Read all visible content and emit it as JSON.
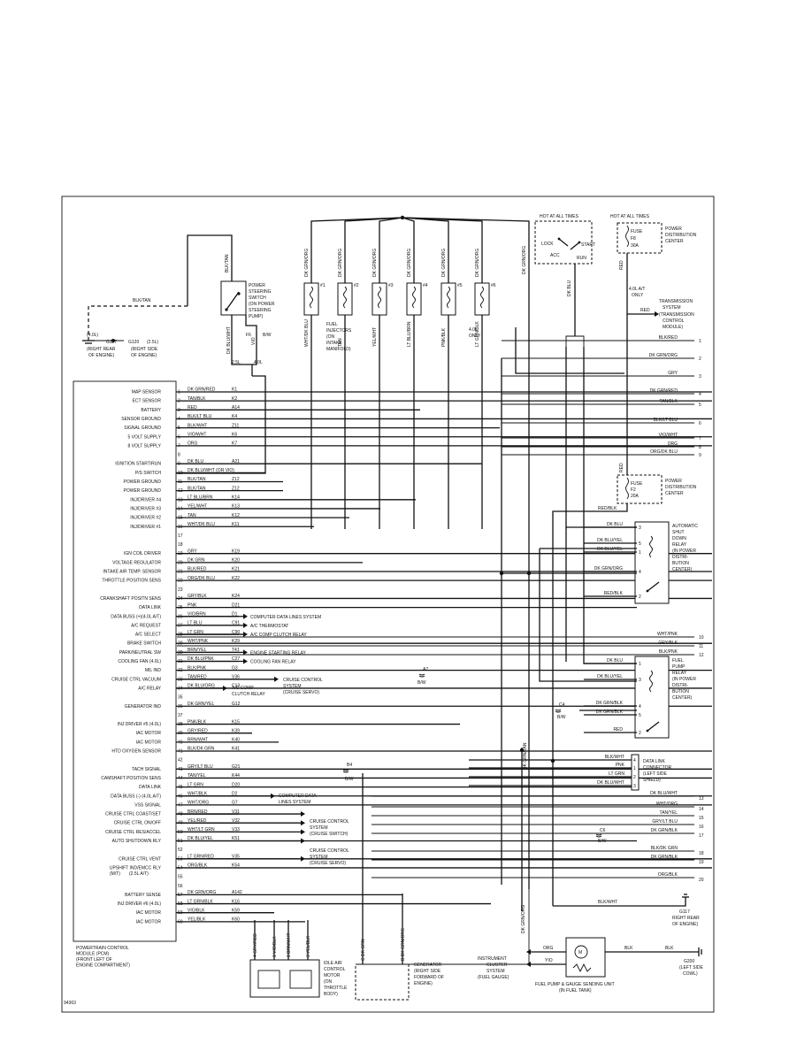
{
  "pcm": {
    "title": [
      "POWERTRAIN CONTROL",
      "MODULE (PCM)",
      "(FRONT LEFT OF",
      "ENGINE COMPARTMENT)"
    ],
    "pins": [
      {
        "pin": "1",
        "func": "MAP SENSOR",
        "wire": "DK GRN/RED",
        "circ": "K1"
      },
      {
        "pin": "2",
        "func": "ECT SENSOR",
        "wire": "TAN/BLK",
        "circ": "K2"
      },
      {
        "pin": "3",
        "func": "BATTERY",
        "wire": "RED",
        "circ": "A14"
      },
      {
        "pin": "4",
        "func": "SENSOR GROUND",
        "wire": "BLK/LT BLU",
        "circ": "K4"
      },
      {
        "pin": "5",
        "func": "SIGNAL GROUND",
        "wire": "BLK/WHT",
        "circ": "Z11"
      },
      {
        "pin": "6",
        "func": "5 VOLT SUPPLY",
        "wire": "VIO/WHT",
        "circ": "K6"
      },
      {
        "pin": "7",
        "func": "8 VOLT SUPPLY",
        "wire": "ORG",
        "circ": "K7"
      },
      {
        "pin": "8",
        "func": "",
        "wire": "",
        "circ": ""
      },
      {
        "pin": "9",
        "func": "IGNITION START/RUN",
        "wire": "DK BLU",
        "circ": "A21"
      },
      {
        "pin": "10",
        "func": "P/S SWITCH",
        "wire": "DK BLU/WHT (OR VIO)",
        "circ": ""
      },
      {
        "pin": "11",
        "func": "POWER GROUND",
        "wire": "BLK/TAN",
        "circ": "Z12"
      },
      {
        "pin": "12",
        "func": "POWER GROUND",
        "wire": "BLK/TAN",
        "circ": "Z12"
      },
      {
        "pin": "13",
        "func": "INJ/DRIVER #4",
        "wire": "LT BLU/BRN",
        "circ": "K14"
      },
      {
        "pin": "14",
        "func": "INJ/DRIVER #3",
        "wire": "YEL/WHT",
        "circ": "K13"
      },
      {
        "pin": "15",
        "func": "INJ/DRIVER #2",
        "wire": "TAN",
        "circ": "K12"
      },
      {
        "pin": "16",
        "func": "INJ/DRIVER #1",
        "wire": "WHT/DK BLU",
        "circ": "K11"
      },
      {
        "pin": "17",
        "func": "",
        "wire": "",
        "circ": ""
      },
      {
        "pin": "18",
        "func": "",
        "wire": "",
        "circ": ""
      },
      {
        "pin": "19",
        "func": "IGN COIL DRIVER",
        "wire": "GRY",
        "circ": "K19"
      },
      {
        "pin": "20",
        "func": "VOLTAGE REGULATOR",
        "wire": "DK GRN",
        "circ": "K20"
      },
      {
        "pin": "21",
        "func": "INTAKE AIR TEMP. SENSOR",
        "wire": "BLK/RED",
        "circ": "K21"
      },
      {
        "pin": "22",
        "func": "THROTTLE POSITION SENS",
        "wire": "ORG/DK BLU",
        "circ": "K22"
      },
      {
        "pin": "23",
        "func": "",
        "wire": "",
        "circ": ""
      },
      {
        "pin": "24",
        "func": "CRANKSHAFT POSITN SENS",
        "wire": "GRY/BLK",
        "circ": "K24"
      },
      {
        "pin": "25",
        "func": "DATA LINK",
        "wire": "PNK",
        "circ": "D21"
      },
      {
        "pin": "26",
        "func": "DATA BUSS (+)(4.0L A/T)",
        "wire": "VIO/BRN",
        "circ": "D1"
      },
      {
        "pin": "27",
        "func": "A/C REQUEST",
        "wire": "LT BLU",
        "circ": "C91"
      },
      {
        "pin": "28",
        "func": "A/C SELECT",
        "wire": "LT GRN",
        "circ": "C90"
      },
      {
        "pin": "29",
        "func": "BRAKE SWITCH",
        "wire": "WHT/PNK",
        "circ": "K29"
      },
      {
        "pin": "30",
        "func": "PARK/NEUTRAL SW",
        "wire": "BRN/YEL",
        "circ": "T41"
      },
      {
        "pin": "31",
        "func": "COOLING FAN (4.0L)",
        "wire": "DK BLU/PNK",
        "circ": "C27"
      },
      {
        "pin": "32",
        "func": "MIL IND",
        "wire": "BLK/PNK",
        "circ": "G3"
      },
      {
        "pin": "33",
        "func": "CRUISE CTRL VACUUM",
        "wire": "TAN/RED",
        "circ": "V36"
      },
      {
        "pin": "34",
        "func": "A/C RELAY",
        "wire": "DK BLU/ORG",
        "circ": "C13"
      },
      {
        "pin": "35",
        "func": "",
        "wire": "",
        "circ": ""
      },
      {
        "pin": "36",
        "func": "GENERATOR IND",
        "wire": "DK GRN/YEL",
        "circ": "G12"
      },
      {
        "pin": "37",
        "func": "",
        "wire": "",
        "circ": ""
      },
      {
        "pin": "38",
        "func": "INJ DRIVER #5 (4.0L)",
        "wire": "PNK/BLK",
        "circ": "K15"
      },
      {
        "pin": "39",
        "func": "IAC MOTOR",
        "wire": "GRY/RED",
        "circ": "K39"
      },
      {
        "pin": "40",
        "func": "IAC MOTOR",
        "wire": "BRN/WHT",
        "circ": "K40"
      },
      {
        "pin": "41",
        "func": "HTD OXYGEN SENSOR",
        "wire": "BLK/DK GRN",
        "circ": "K41"
      },
      {
        "pin": "42",
        "func": "",
        "wire": "",
        "circ": ""
      },
      {
        "pin": "43",
        "func": "TACH SIGNAL",
        "wire": "GRY/LT BLU",
        "circ": "G21"
      },
      {
        "pin": "44",
        "func": "CAMSHAFT POSITION SENS",
        "wire": "TAN/YEL",
        "circ": "K44"
      },
      {
        "pin": "45",
        "func": "DATA LINK",
        "wire": "LT GRN",
        "circ": "D20"
      },
      {
        "pin": "46",
        "func": "DATA BUSS (-) (4.0L A/T)",
        "wire": "WHT/BLK",
        "circ": "D2"
      },
      {
        "pin": "47",
        "func": "VSS SIGNAL",
        "wire": "WHT/ORG",
        "circ": "G7"
      },
      {
        "pin": "48",
        "func": "CRUISE CTRL COAST/SET",
        "wire": "BRN/RED",
        "circ": "V31"
      },
      {
        "pin": "49",
        "func": "CRUISE CTRL ON/OFF",
        "wire": "YEL/RED",
        "circ": "V32"
      },
      {
        "pin": "50",
        "func": "CRUISE CTRL RES/ACCEL",
        "wire": "WHT/LT GRN",
        "circ": "V33"
      },
      {
        "pin": "51",
        "func": "AUTO SHUTDOWN RLY",
        "wire": "DK BLU/YEL",
        "circ": "K51"
      },
      {
        "pin": "52",
        "func": "",
        "wire": "",
        "circ": ""
      },
      {
        "pin": "53",
        "func": "CRUISE CTRL VENT",
        "wire": "LT GRN/RED",
        "circ": "V35"
      },
      {
        "pin": "54",
        "func": "UPSHIFT IND/EMCC RLY",
        "wire": "ORG/BLK",
        "circ": "K54"
      },
      {
        "pin": "55",
        "func": "",
        "wire": "",
        "circ": ""
      },
      {
        "pin": "56",
        "func": "",
        "wire": "",
        "circ": ""
      },
      {
        "pin": "57",
        "func": "BATTERY SENSE",
        "wire": "DK GRN/ORG",
        "circ": "A142"
      },
      {
        "pin": "58",
        "func": "INJ DRIVER #6 (4.0L)",
        "wire": "LT GRN/BLK",
        "circ": "K16"
      },
      {
        "pin": "59",
        "func": "IAC MOTOR",
        "wire": "VIO/BLK",
        "circ": "K59"
      },
      {
        "pin": "60",
        "func": "IAC MOTOR",
        "wire": "YEL/BLK",
        "circ": "K60"
      }
    ],
    "sub54": [
      "(M/T)",
      "(2.5L A/T)"
    ]
  },
  "destinations": [
    {
      "pin": "26",
      "text": "COMPUTER DATA LINES SYSTEM"
    },
    {
      "pin": "27",
      "text": "A/C THERMOSTAT"
    },
    {
      "pin": "28",
      "text": "A/C COMP CLUTCH RELAY"
    },
    {
      "pin": "30",
      "text": "ENGINE STARTING RELAY"
    },
    {
      "pin": "31",
      "text": "COOLING FAN RELAY"
    }
  ],
  "dest_ac_comp": [
    "A/C COMP",
    "CLUTCH RELAY"
  ],
  "dest_cruise_servo": [
    "CRUISE CONTROL",
    "SYSTEM",
    "(CRUISE SERVO)"
  ],
  "dest_cruise_switch": [
    "CRUISE CONTROL",
    "SYSTEM",
    "(CRUISE SWITCH)"
  ],
  "dest_data_lines": [
    "COMPUTER DATA",
    "LINES SYSTEM"
  ],
  "ps_switch": {
    "label": [
      "POWER",
      "STEERING",
      "SWITCH",
      "(ON POWER",
      "STEERING",
      "PUMP)"
    ],
    "wires": [
      "BLK/TAN",
      "DK BLU/WHT",
      "VIO"
    ],
    "engines": [
      "2.5L",
      "4.0L"
    ],
    "branch": "F6",
    "conn": "B/W"
  },
  "ground_left": {
    "wire": "BLK/TAN",
    "g1": "G117",
    "g2": "G120",
    "e1": "(4.0L)",
    "e2": "(2.5L)",
    "loc1": [
      "(RIGHT REAR",
      "OF ENGINE)"
    ],
    "loc2": [
      "(RIGHT SIDE",
      "OF ENGINE)"
    ]
  },
  "injectors": {
    "label": [
      "FUEL",
      "INJECTORS",
      "(ON",
      "INTAKE",
      "MANIFOLD)"
    ],
    "names": [
      "#1",
      "#2",
      "#3",
      "#4",
      "#5",
      "#6"
    ],
    "top_wires": [
      "DK GRN/ORG",
      "DK GRN/ORG",
      "DK GRN/ORG",
      "DK GRN/ORG",
      "DK GRN/ORG",
      "DK GRN/ORG"
    ],
    "bot_wires": [
      "WHT/DK BLU",
      "TAN",
      "YEL/WHT",
      "LT BLU/BRN",
      "PNK/BLK",
      "LT GRN/BLK"
    ],
    "note": [
      "4.0L",
      "ONLY"
    ]
  },
  "ignition": {
    "hot": "HOT AT ALL TIMES",
    "lock": "LOCK",
    "acc": "ACC",
    "start": "START",
    "run": "RUN",
    "wire": "DK BLU"
  },
  "fuse1": {
    "hot": "HOT AT ALL TIMES",
    "name": "FUSE",
    "num": "F8",
    "amps": "30A",
    "center": [
      "POWER",
      "DISTRIBUTION",
      "CENTER"
    ],
    "wire": "RED"
  },
  "fuse2": {
    "name": "FUSE",
    "num": "F2",
    "amps": "20A",
    "center": [
      "POWER",
      "DISTRIBUTION",
      "CENTER"
    ],
    "wire": "RED"
  },
  "transmission": {
    "note": [
      "4.0L A/T",
      "ONLY"
    ],
    "wire": "RED",
    "label": [
      "TRANSMISSION",
      "SYSTEM",
      "(TRANSMISSION",
      "CONTROL",
      "MODULE)"
    ]
  },
  "right_wires": [
    {
      "text": "BLK/RED",
      "ref": "1"
    },
    {
      "text": "DK GRN/ORG",
      "ref": "2"
    },
    {
      "text": "GRY",
      "ref": "3"
    },
    {
      "text": "DK GRN/RED",
      "ref": "4"
    },
    {
      "text": "TAN/BLK",
      "ref": "5"
    },
    {
      "text": "BLK/LT BLU",
      "ref": "6"
    },
    {
      "text": "VIO/WHT",
      "ref": "7"
    },
    {
      "text": "ORG",
      "ref": "8"
    },
    {
      "text": "ORG/DK BLU",
      "ref": "9"
    }
  ],
  "asd_relay": {
    "wire_in": "RED/BLK",
    "label": [
      "AUTOMATIC",
      "SHUT",
      "DOWN",
      "RELAY",
      "(IN POWER",
      "DISTRI-",
      "BUTION",
      "CENTER)"
    ],
    "wires": [
      "DK BLU",
      "DK BLU/YEL",
      "DK BLU/YEL",
      "DK GRN/ORG",
      "RED/BLK"
    ],
    "pins": [
      "3",
      "5",
      "1",
      "4",
      "2"
    ]
  },
  "right_wires2": [
    {
      "text": "WHT/PNK",
      "ref": "10"
    },
    {
      "text": "GRY/BLK",
      "ref": "11"
    },
    {
      "text": "BLK/PNK",
      "ref": "12"
    }
  ],
  "splices": [
    {
      "name": "A7",
      "conn": "B/W"
    },
    {
      "name": "C4",
      "conn": "B/W"
    },
    {
      "name": "B4",
      "conn": "B/W"
    },
    {
      "name": "C6",
      "conn": "B/W"
    }
  ],
  "fuel_relay": {
    "label": [
      "FUEL",
      "PUMP",
      "RELAY",
      "(IN POWER",
      "DISTRI-",
      "BUTION",
      "CENTER)"
    ],
    "wires": [
      "DK BLU",
      "DK BLU/YEL",
      "DK GRN/BLK",
      "DK GRN/BLK",
      "RED"
    ],
    "pins": [
      "1",
      "3",
      "4",
      "5",
      "2"
    ],
    "vwire": "DK GRN/TAN"
  },
  "data_link": {
    "label": [
      "DATA LINK",
      "CONNECTOR",
      "(LEFT SIDE",
      "SHIELD)"
    ],
    "wires": [
      "BLK/WHT",
      "PNK",
      "LT GRN",
      "DK BLU/WHT"
    ],
    "pins": [
      "4",
      "1",
      "2",
      "3"
    ]
  },
  "right_wires3": [
    {
      "text": "DK BLU/WHT",
      "ref": "13"
    },
    {
      "text": "WHT/ORG",
      "ref": "14"
    },
    {
      "text": "TAN/YEL",
      "ref": "15"
    },
    {
      "text": "GRY/LT BLU",
      "ref": "16"
    },
    {
      "text": "DK GRN/BLK",
      "ref": "17"
    },
    {
      "text": "BLK/DK GRN",
      "ref": "18"
    },
    {
      "text": "DK GRN/BLK",
      "ref": "19"
    },
    {
      "text": "ORG/BLK",
      "ref": "20"
    }
  ],
  "ground_right": {
    "wire": "BLK/WHT",
    "name": "G117",
    "loc": [
      "RIGHT REAR",
      "OF ENGINE)"
    ]
  },
  "iac": {
    "label": [
      "IDLE AIR",
      "CONTROL",
      "MOTOR",
      "(ON",
      "THROTTLE",
      "BODY)"
    ],
    "wires": [
      "GRY/RED",
      "VIO/BLK",
      "BRN/WHT",
      "YEL/BLK"
    ],
    "pins": [
      "4",
      "1",
      "2",
      "3"
    ]
  },
  "generator": {
    "label": [
      "GENERATOR",
      "(RIGHT SIDE",
      "FORWARD OF",
      "ENGINE)"
    ],
    "wires": [
      "DK GRN",
      "DK GRN/ORG"
    ],
    "pins": [
      "C",
      "B"
    ],
    "vwire": "DK GRN/ORG"
  },
  "cluster": {
    "label": [
      "INSTRUMENT",
      "CLUSTER",
      "SYSTEM",
      "(FUEL GAUGE)"
    ],
    "wires": [
      "ORG",
      "YIO"
    ]
  },
  "pump": {
    "label": [
      "FUEL PUMP & GAUGE SENDING UNIT",
      "(IN FUEL TANK)"
    ],
    "motor": "M",
    "wire": "BLK",
    "wire2": "BLK",
    "ground": "G200",
    "gloc": [
      "(LEFT SIDE",
      "COWL)"
    ]
  },
  "figure_id": "94363"
}
